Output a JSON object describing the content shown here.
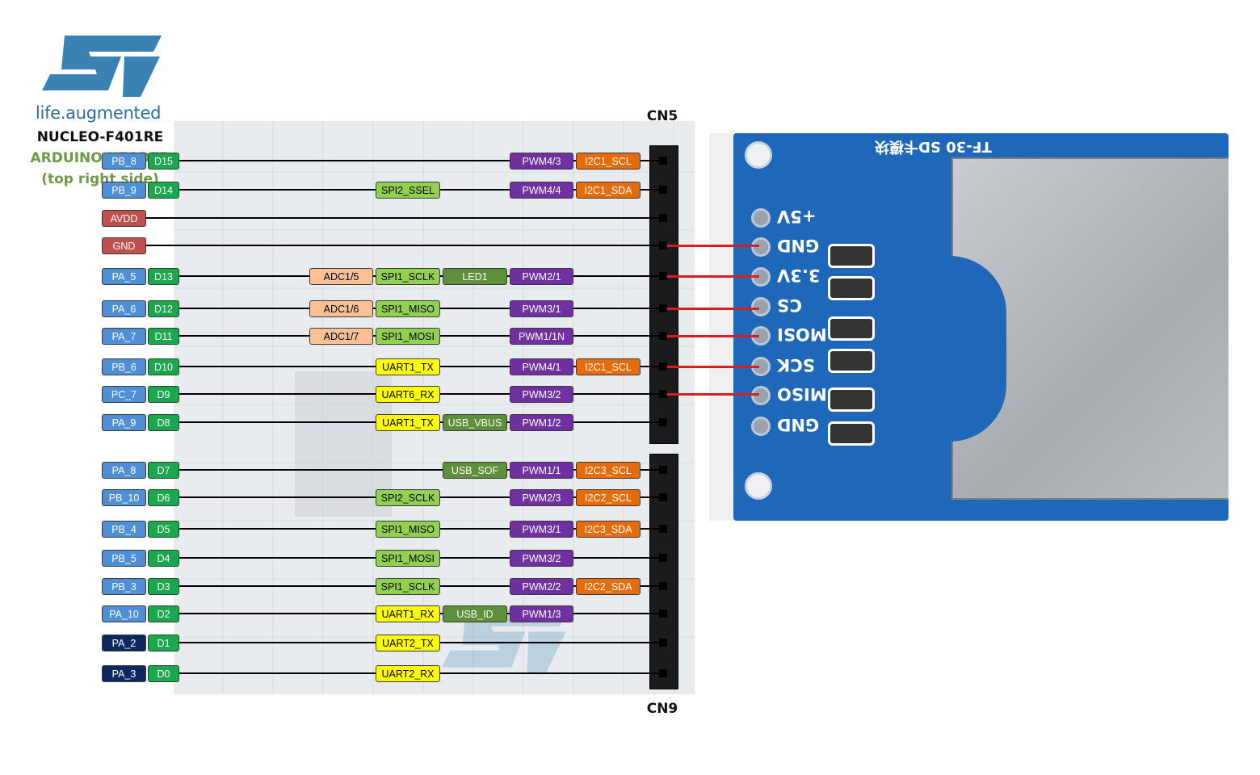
{
  "logo": {
    "brand": "ST",
    "tagline": "life.augmented"
  },
  "titles": {
    "board": "NUCLEO-F401RE",
    "header": "ARDUINO HEADER",
    "side": "(top right side)"
  },
  "connectors": {
    "top": "CN5",
    "bottom": "CN9"
  },
  "colors": {
    "port": "#4f8fd6",
    "port_dark": "#0d2860",
    "arduino": "#1aa84f",
    "power": "#c0504d",
    "adc": "#f9c094",
    "spi": "#92d050",
    "green_dark": "#5e8f3b",
    "pwm": "#7030a0",
    "i2c": "#e46c0a",
    "uart": "#ffff00",
    "sd_wire": "#d81e1e"
  },
  "rows": [
    {
      "port": "PB_8",
      "arduino": "D15",
      "pwm": "PWM4/3",
      "i2c": "I2C1_SCL"
    },
    {
      "port": "PB_9",
      "arduino": "D14",
      "spi": "SPI2_SSEL",
      "pwm": "PWM4/4",
      "i2c": "I2C1_SDA"
    },
    {
      "power": "AVDD"
    },
    {
      "power": "GND"
    },
    {
      "port": "PA_5",
      "arduino": "D13",
      "adc": "ADC1/5",
      "spi": "SPI1_SCLK",
      "extra": "LED1",
      "pwm": "PWM2/1"
    },
    {
      "port": "PA_6",
      "arduino": "D12",
      "adc": "ADC1/6",
      "spi": "SPI1_MISO",
      "pwm": "PWM3/1"
    },
    {
      "port": "PA_7",
      "arduino": "D11",
      "adc": "ADC1/7",
      "spi": "SPI1_MOSI",
      "pwm": "PWM1/1N"
    },
    {
      "port": "PB_6",
      "arduino": "D10",
      "uart": "UART1_TX",
      "pwm": "PWM4/1",
      "i2c": "I2C1_SCL"
    },
    {
      "port": "PC_7",
      "arduino": "D9",
      "uart": "UART6_RX",
      "pwm": "PWM3/2"
    },
    {
      "port": "PA_9",
      "arduino": "D8",
      "uart": "UART1_TX",
      "extra": "USB_VBUS",
      "pwm": "PWM1/2"
    },
    {
      "port": "PA_8",
      "arduino": "D7",
      "extra": "USB_SOF",
      "pwm": "PWM1/1",
      "i2c": "I2C3_SCL"
    },
    {
      "port": "PB_10",
      "arduino": "D6",
      "spi": "SPI2_SCLK",
      "pwm": "PWM2/3",
      "i2c": "I2C2_SCL"
    },
    {
      "port": "PB_4",
      "arduino": "D5",
      "spi": "SPI1_MISO",
      "pwm": "PWM3/1",
      "i2c": "I2C3_SDA"
    },
    {
      "port": "PB_5",
      "arduino": "D4",
      "spi": "SPI1_MOSI",
      "pwm": "PWM3/2"
    },
    {
      "port": "PB_3",
      "arduino": "D3",
      "spi": "SPI1_SCLK",
      "pwm": "PWM2/2",
      "i2c": "I2C2_SDA"
    },
    {
      "port": "PA_10",
      "arduino": "D2",
      "uart": "UART1_RX",
      "extra": "USB_ID",
      "pwm": "PWM1/3"
    },
    {
      "port": "PA_2",
      "arduino": "D1",
      "uart": "UART2_TX",
      "dark": true
    },
    {
      "port": "PA_3",
      "arduino": "D0",
      "uart": "UART2_RX",
      "dark": true
    }
  ],
  "sd_module": {
    "silk_top": "TF-30 SD卡模块",
    "pins": [
      "+5V",
      "GND",
      "3.3V",
      "CS",
      "MOSI",
      "SCK",
      "MISO",
      "GND"
    ]
  }
}
